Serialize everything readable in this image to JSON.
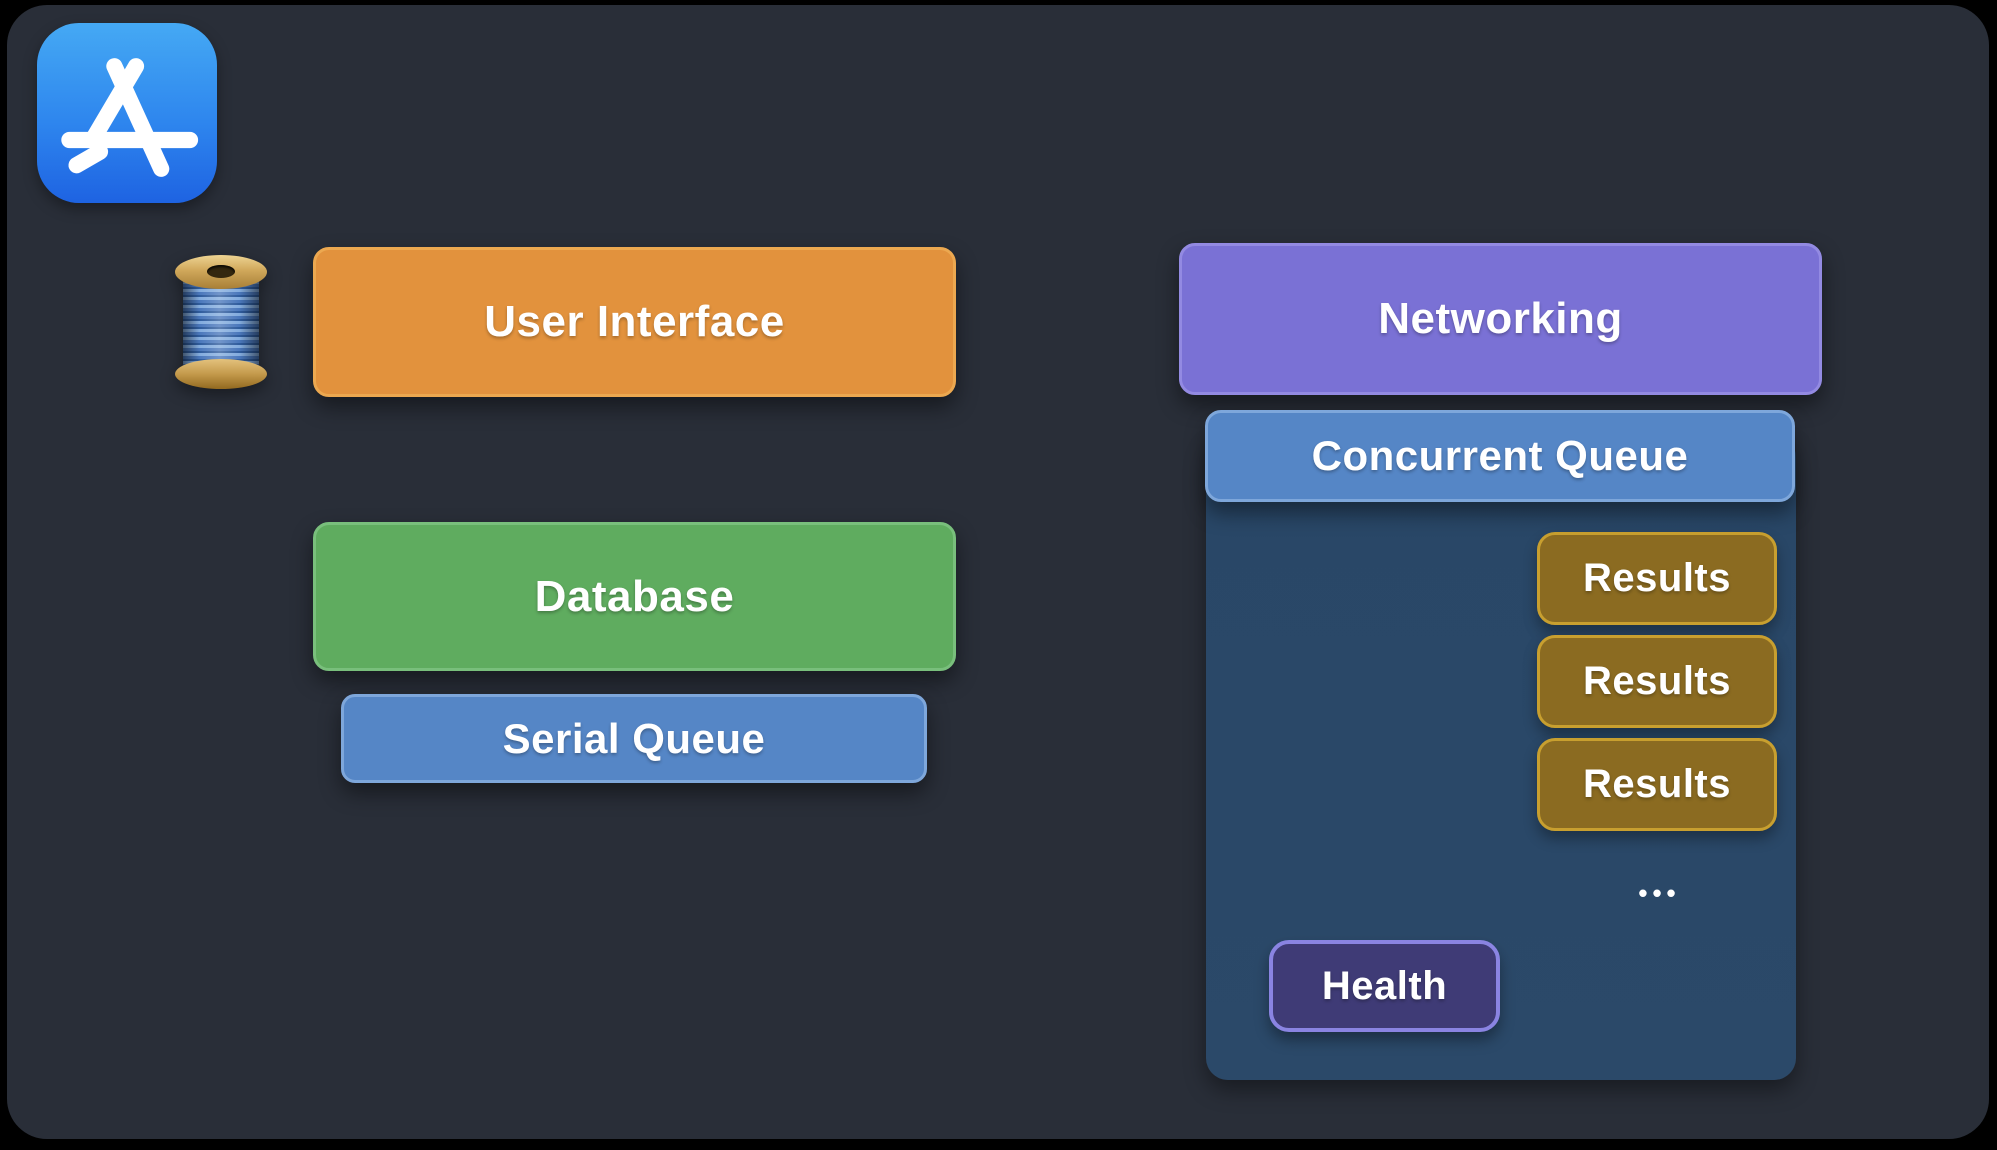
{
  "panel": {
    "background": "#292E38",
    "outer_background": "#000000"
  },
  "icons": {
    "app_store": {
      "name": "app-store-icon",
      "gradient_top": "#45A9F4",
      "gradient_bottom": "#1E63E2",
      "glyph_color": "#FFFFFF"
    },
    "thread_spool": {
      "name": "thread-spool-icon",
      "cap_color": "#D0A85B",
      "thread_color": "#4A78BC"
    }
  },
  "left_column": {
    "user_interface": {
      "label": "User Interface",
      "fill": "#E2923D",
      "border": "#ECA850"
    },
    "database": {
      "label": "Database",
      "fill": "#5FAC5F",
      "border": "#79BF7C"
    },
    "serial_queue": {
      "label": "Serial Queue",
      "fill": "#5586C6",
      "border": "#7EA7DB"
    }
  },
  "right_column": {
    "networking": {
      "label": "Networking",
      "fill": "#7A71D5",
      "border": "#938AE2"
    },
    "concurrent_queue": {
      "label": "Concurrent Queue",
      "fill": "#5586C6",
      "border": "#7EA7DB"
    },
    "queue_container": {
      "fill": "#2B4969"
    },
    "results": [
      {
        "label": "Results"
      },
      {
        "label": "Results"
      },
      {
        "label": "Results"
      }
    ],
    "results_fill": "#8B6B21",
    "results_border": "#C89F2F",
    "ellipsis": "•••",
    "health": {
      "label": "Health",
      "fill": "#3F3B76",
      "border": "#8A84E2"
    }
  },
  "text_color": "#FFFFFF"
}
